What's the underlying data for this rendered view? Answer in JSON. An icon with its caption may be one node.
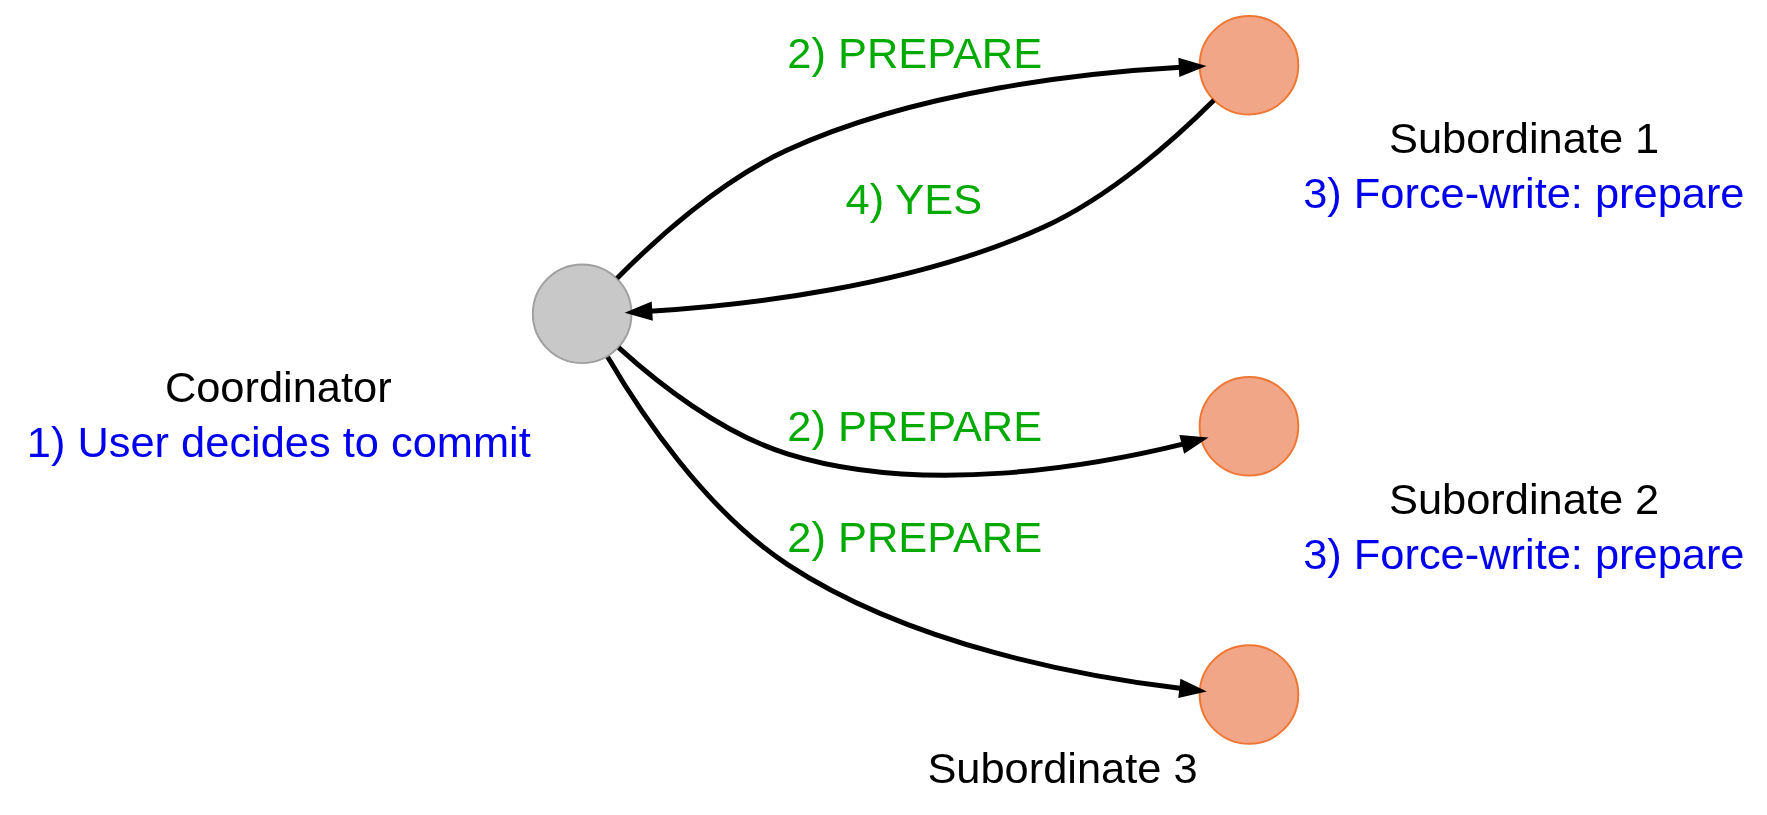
{
  "diagram": {
    "nodes": [
      {
        "text": [],
        "shape": "circle",
        "beside": [
          "Coordinator",
          "1) User decides to commit"
        ]
      },
      {
        "text": [],
        "shape": "circle",
        "beside": [
          "Subordinate 1",
          "3) Force-write: prepare"
        ]
      },
      {
        "text": [],
        "shape": "circle",
        "beside": [
          "Subordinate 2",
          "3) Force-write: prepare"
        ]
      },
      {
        "text": [],
        "shape": "circle",
        "beside": [
          "Subordinate 3"
        ]
      }
    ],
    "edges": [
      {
        "from": 0,
        "to": 1,
        "arrow": "to",
        "label": "2) PREPARE"
      },
      {
        "from": 1,
        "to": 0,
        "arrow": "to",
        "label": "4) YES"
      },
      {
        "from": 0,
        "to": 2,
        "arrow": "to",
        "label": "2) PREPARE"
      },
      {
        "from": 0,
        "to": 3,
        "arrow": "to",
        "label": "2) PREPARE"
      }
    ]
  }
}
